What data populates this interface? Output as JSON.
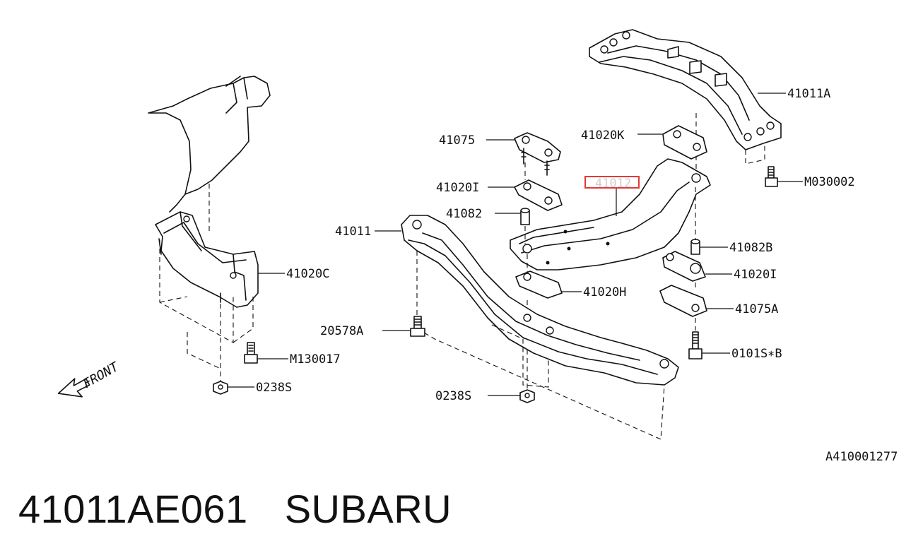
{
  "diagram": {
    "ref_code": "A410001277",
    "front_label": "FRONT",
    "highlight_color": "#e53935",
    "labels": {
      "l41011A": "41011A",
      "l41075": "41075",
      "l41020K": "41020K",
      "l41012": "41012",
      "lM030002": "M030002",
      "l41020I_a": "41020I",
      "l41082": "41082",
      "l41011": "41011",
      "l41082B": "41082B",
      "l41020C": "41020C",
      "l41020I_b": "41020I",
      "l41020H": "41020H",
      "l41075A": "41075A",
      "l20578A": "20578A",
      "lM130017": "M130017",
      "l0101SB": "0101S∗B",
      "l0238S_a": "0238S",
      "l0238S_b": "0238S"
    }
  },
  "footer": {
    "part_number": "41011AE061",
    "brand": "SUBARU"
  }
}
